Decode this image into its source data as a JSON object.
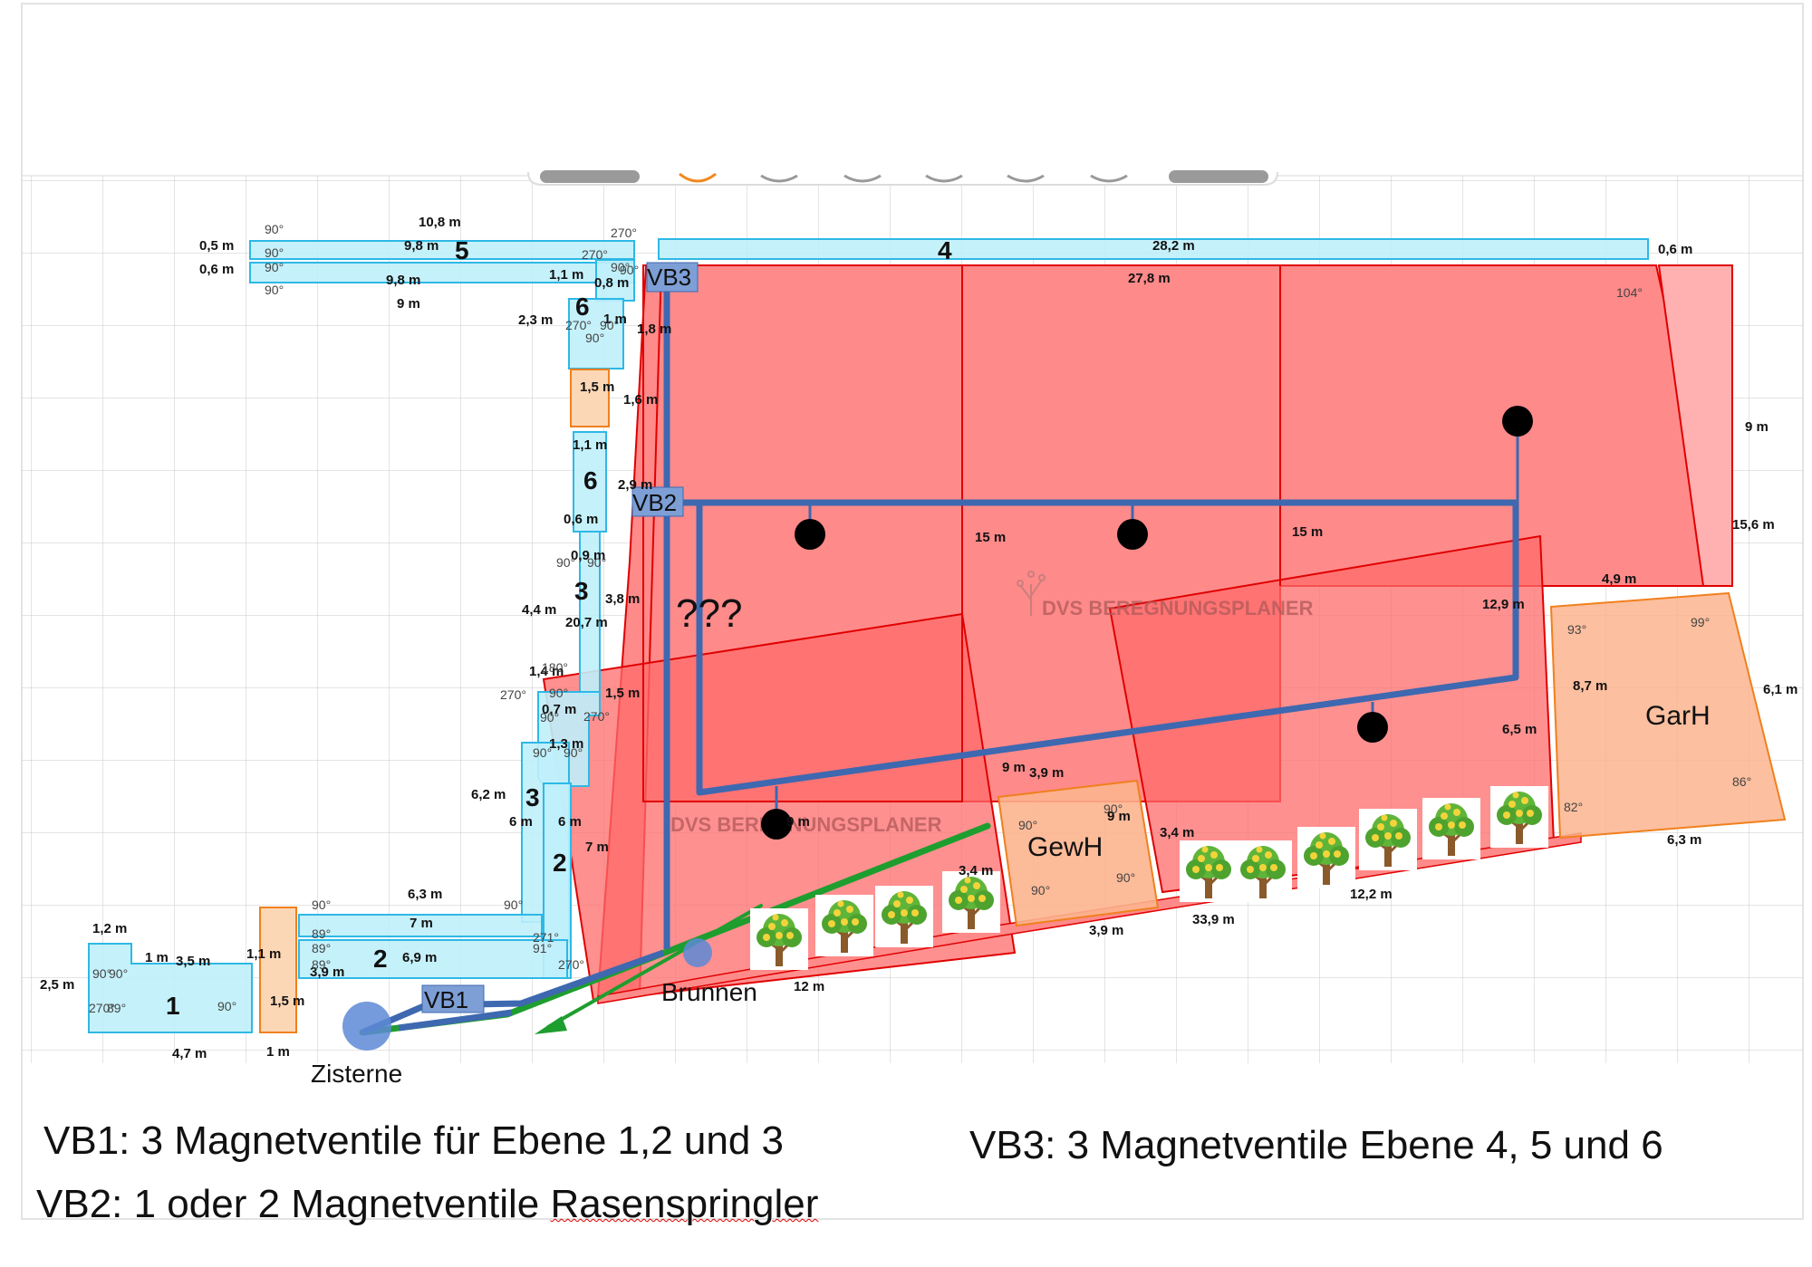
{
  "watermark": "DVS BEREGNUNGSPLANER",
  "colors": {
    "zone_blue": "#bff0fb",
    "zone_blue_stroke": "#2eb8e6",
    "zone_orange": "#fcd7b6",
    "zone_orange_stroke": "#f0801e",
    "lawn_red": "#ff8a8a",
    "lawn_stroke": "#e00000",
    "pipe": "#3e68b0",
    "green_pipe": "#1e9e2e"
  },
  "valve_labels": {
    "vb1": "VB1",
    "vb2": "VB2",
    "vb3": "VB3"
  },
  "place_labels": {
    "zisterne": "Zisterne",
    "brunnen": "Brunnen",
    "gewh": "GewH",
    "garh": "GarH",
    "unknown": "???"
  },
  "zone_numbers": {
    "z1": "1",
    "z2": "2",
    "z3a": "3",
    "z3b": "3",
    "z4": "4",
    "z5": "5",
    "z6a": "6",
    "z6b": "6"
  },
  "captions": {
    "vb1": "VB1: 3 Magnetventile für Ebene 1,2 und 3",
    "vb2_prefix": "VB2: 1 oder 2 Magnetventile ",
    "vb2_word": "Rasenspringler",
    "vb3": "VB3: 3 Magnetventile Ebene 4, 5 und 6"
  },
  "measurements": [
    {
      "id": "m01",
      "text": "10,8 m"
    },
    {
      "id": "m02",
      "text": "9,8 m"
    },
    {
      "id": "m03",
      "text": "0,5 m"
    },
    {
      "id": "m04",
      "text": "0,6 m"
    },
    {
      "id": "m05",
      "text": "9,8 m"
    },
    {
      "id": "m06",
      "text": "9 m"
    },
    {
      "id": "m07",
      "text": "1,1 m"
    },
    {
      "id": "m08",
      "text": "0,8 m"
    },
    {
      "id": "m09",
      "text": "28,2 m"
    },
    {
      "id": "m10",
      "text": "0,6 m"
    },
    {
      "id": "m11",
      "text": "27,8 m"
    },
    {
      "id": "m12",
      "text": "2,3 m"
    },
    {
      "id": "m13",
      "text": "1 m"
    },
    {
      "id": "m14",
      "text": "1,8 m"
    },
    {
      "id": "m15",
      "text": "1,5 m"
    },
    {
      "id": "m16",
      "text": "1,6 m"
    },
    {
      "id": "m17",
      "text": "1,1 m"
    },
    {
      "id": "m18",
      "text": "2,9 m"
    },
    {
      "id": "m19",
      "text": "0,6 m"
    },
    {
      "id": "m20",
      "text": "0,9 m"
    },
    {
      "id": "m21",
      "text": "3,8 m"
    },
    {
      "id": "m22",
      "text": "4,4 m"
    },
    {
      "id": "m23",
      "text": "20,7 m"
    },
    {
      "id": "m24",
      "text": "1,4 m"
    },
    {
      "id": "m25",
      "text": "1,5 m"
    },
    {
      "id": "m26",
      "text": "0,7 m"
    },
    {
      "id": "m27",
      "text": "1,3 m"
    },
    {
      "id": "m28",
      "text": "6,2 m"
    },
    {
      "id": "m29",
      "text": "6 m"
    },
    {
      "id": "m30",
      "text": "6 m"
    },
    {
      "id": "m31",
      "text": "7 m"
    },
    {
      "id": "m32",
      "text": "6,3 m"
    },
    {
      "id": "m33",
      "text": "7 m"
    },
    {
      "id": "m34",
      "text": "6,9 m"
    },
    {
      "id": "m35",
      "text": "3,9 m"
    },
    {
      "id": "m36",
      "text": "1,2 m"
    },
    {
      "id": "m37",
      "text": "1 m"
    },
    {
      "id": "m38",
      "text": "3,5 m"
    },
    {
      "id": "m39",
      "text": "1,1 m"
    },
    {
      "id": "m40",
      "text": "2,5 m"
    },
    {
      "id": "m41",
      "text": "1,5 m"
    },
    {
      "id": "m42",
      "text": "4,7 m"
    },
    {
      "id": "m43",
      "text": "1 m"
    },
    {
      "id": "m44",
      "text": "15 m"
    },
    {
      "id": "m45",
      "text": "15 m"
    },
    {
      "id": "m46",
      "text": "9 m"
    },
    {
      "id": "m47",
      "text": "15,6 m"
    },
    {
      "id": "m48",
      "text": "4,9 m"
    },
    {
      "id": "m49",
      "text": "12,9 m"
    },
    {
      "id": "m50",
      "text": "8,7 m"
    },
    {
      "id": "m51",
      "text": "6,1 m"
    },
    {
      "id": "m52",
      "text": "6,5 m"
    },
    {
      "id": "m53",
      "text": "9 m"
    },
    {
      "id": "m54",
      "text": "3,9 m"
    },
    {
      "id": "m55",
      "text": "9 m"
    },
    {
      "id": "m56",
      "text": "3,4 m"
    },
    {
      "id": "m57",
      "text": "3,4 m"
    },
    {
      "id": "m58",
      "text": "3,9 m"
    },
    {
      "id": "m59",
      "text": "33,9 m"
    },
    {
      "id": "m60",
      "text": "12,2 m"
    },
    {
      "id": "m61",
      "text": "6,3 m"
    },
    {
      "id": "m62",
      "text": "12 m"
    },
    {
      "id": "m63",
      "text": "9 m"
    }
  ],
  "angles": [
    {
      "id": "a01",
      "text": "90°"
    },
    {
      "id": "a02",
      "text": "90°"
    },
    {
      "id": "a03",
      "text": "90°"
    },
    {
      "id": "a04",
      "text": "90°"
    },
    {
      "id": "a05",
      "text": "270°"
    },
    {
      "id": "a06",
      "text": "270°"
    },
    {
      "id": "a07",
      "text": "90°"
    },
    {
      "id": "a08",
      "text": "90°"
    },
    {
      "id": "a09",
      "text": "270°"
    },
    {
      "id": "a10",
      "text": "90°"
    },
    {
      "id": "a11",
      "text": "90°"
    },
    {
      "id": "a12",
      "text": "104°"
    },
    {
      "id": "a13",
      "text": "90°"
    },
    {
      "id": "a14",
      "text": "90°"
    },
    {
      "id": "a15",
      "text": "180°"
    },
    {
      "id": "a16",
      "text": "270°"
    },
    {
      "id": "a17",
      "text": "90°"
    },
    {
      "id": "a18",
      "text": "90°"
    },
    {
      "id": "a19",
      "text": "270°"
    },
    {
      "id": "a20",
      "text": "90°"
    },
    {
      "id": "a21",
      "text": "90°"
    },
    {
      "id": "a22",
      "text": "90°"
    },
    {
      "id": "a23",
      "text": "90°"
    },
    {
      "id": "a24",
      "text": "89°"
    },
    {
      "id": "a25",
      "text": "89°"
    },
    {
      "id": "a26",
      "text": "271°"
    },
    {
      "id": "a27",
      "text": "91°"
    },
    {
      "id": "a28",
      "text": "89°"
    },
    {
      "id": "a29",
      "text": "270°"
    },
    {
      "id": "a30",
      "text": "90°"
    },
    {
      "id": "a31",
      "text": "90°"
    },
    {
      "id": "a32",
      "text": "270°"
    },
    {
      "id": "a33",
      "text": "89°"
    },
    {
      "id": "a34",
      "text": "90°"
    },
    {
      "id": "a35",
      "text": "93°"
    },
    {
      "id": "a36",
      "text": "99°"
    },
    {
      "id": "a37",
      "text": "82°"
    },
    {
      "id": "a38",
      "text": "86°"
    },
    {
      "id": "a39",
      "text": "90°"
    },
    {
      "id": "a40",
      "text": "90°"
    },
    {
      "id": "a41",
      "text": "90°"
    },
    {
      "id": "a42",
      "text": "90°"
    }
  ]
}
